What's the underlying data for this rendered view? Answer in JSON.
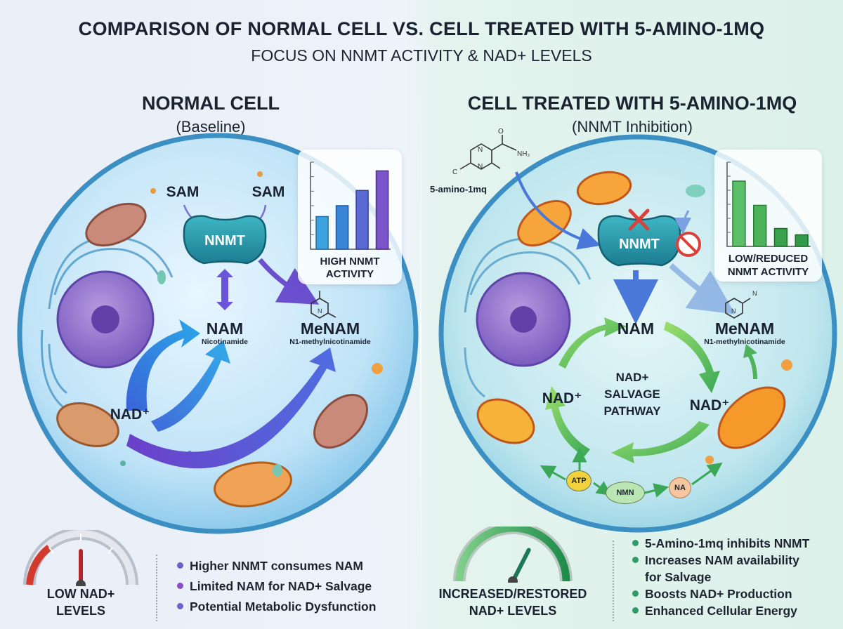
{
  "header": {
    "title": "COMPARISON OF NORMAL CELL VS. CELL TREATED WITH 5-AMINO-1MQ",
    "subtitle": "FOCUS ON NNMT ACTIVITY & NAD+ LEVELS"
  },
  "left": {
    "title": "NORMAL CELL",
    "subtitle": "(Baseline)",
    "sam1": "SAM",
    "sam2": "SAM",
    "enzyme": "NNMT",
    "nam": "NAM",
    "nam_sub": "Nicotinamide",
    "menam": "MeNAM",
    "menam_sub": "N1-methylnicotinamide",
    "nad": "NAD⁺",
    "chart_label_1": "HIGH NNMT",
    "chart_label_2": "ACTIVITY",
    "gauge_label_1": "LOW NAD+",
    "gauge_label_2": "LEVELS",
    "gauge_level": 0.15,
    "bullets": [
      "Higher NNMT consumes NAM",
      "Limited NAM for NAD+ Salvage",
      "Potential Metabolic Dysfunction"
    ],
    "colors": {
      "bullet1": "#6a63c9",
      "bullet2": "#8a4fc8",
      "bullet3": "#6a63c9"
    }
  },
  "right": {
    "title": "CELL TREATED WITH 5-AMINO-1MQ",
    "subtitle": "(NNMT Inhibition)",
    "drug_label": "5-amino-1mq",
    "enzyme": "NNMT",
    "nam": "NAM",
    "menam": "MeNAM",
    "menam_sub": "N1-methylnicotinamide",
    "nad_left": "NAD⁺",
    "nad_right": "NAD⁺",
    "cycle_1": "NAD+",
    "cycle_2": "SALVAGE",
    "cycle_3": "PATHWAY",
    "atp": "ATP",
    "nmn": "NMN",
    "na": "NA",
    "chart_label_1": "LOW/REDUCED",
    "chart_label_2": "NNMT ACTIVITY",
    "gauge_label_1": "INCREASED/RESTORED",
    "gauge_label_2": "NAD+ LEVELS",
    "gauge_level": 0.85,
    "bullets": [
      "5-Amino-1mq inhibits NNMT",
      "Increases NAM availability",
      "for Salvage",
      "Boosts NAD+ Production",
      "Enhanced Cellular Energy"
    ],
    "colors": {
      "bullet": "#2e9a66"
    }
  },
  "chart_data": [
    {
      "type": "bar",
      "categories": [
        "",
        "",
        "",
        ""
      ],
      "values": [
        3,
        4,
        5.4,
        7.2
      ],
      "ylim": [
        0,
        8
      ]
    },
    {
      "type": "bar",
      "categories": [
        "",
        "",
        "",
        ""
      ],
      "values": [
        6.2,
        3.9,
        1.7,
        1.1
      ],
      "ylim": [
        0,
        8
      ]
    }
  ]
}
